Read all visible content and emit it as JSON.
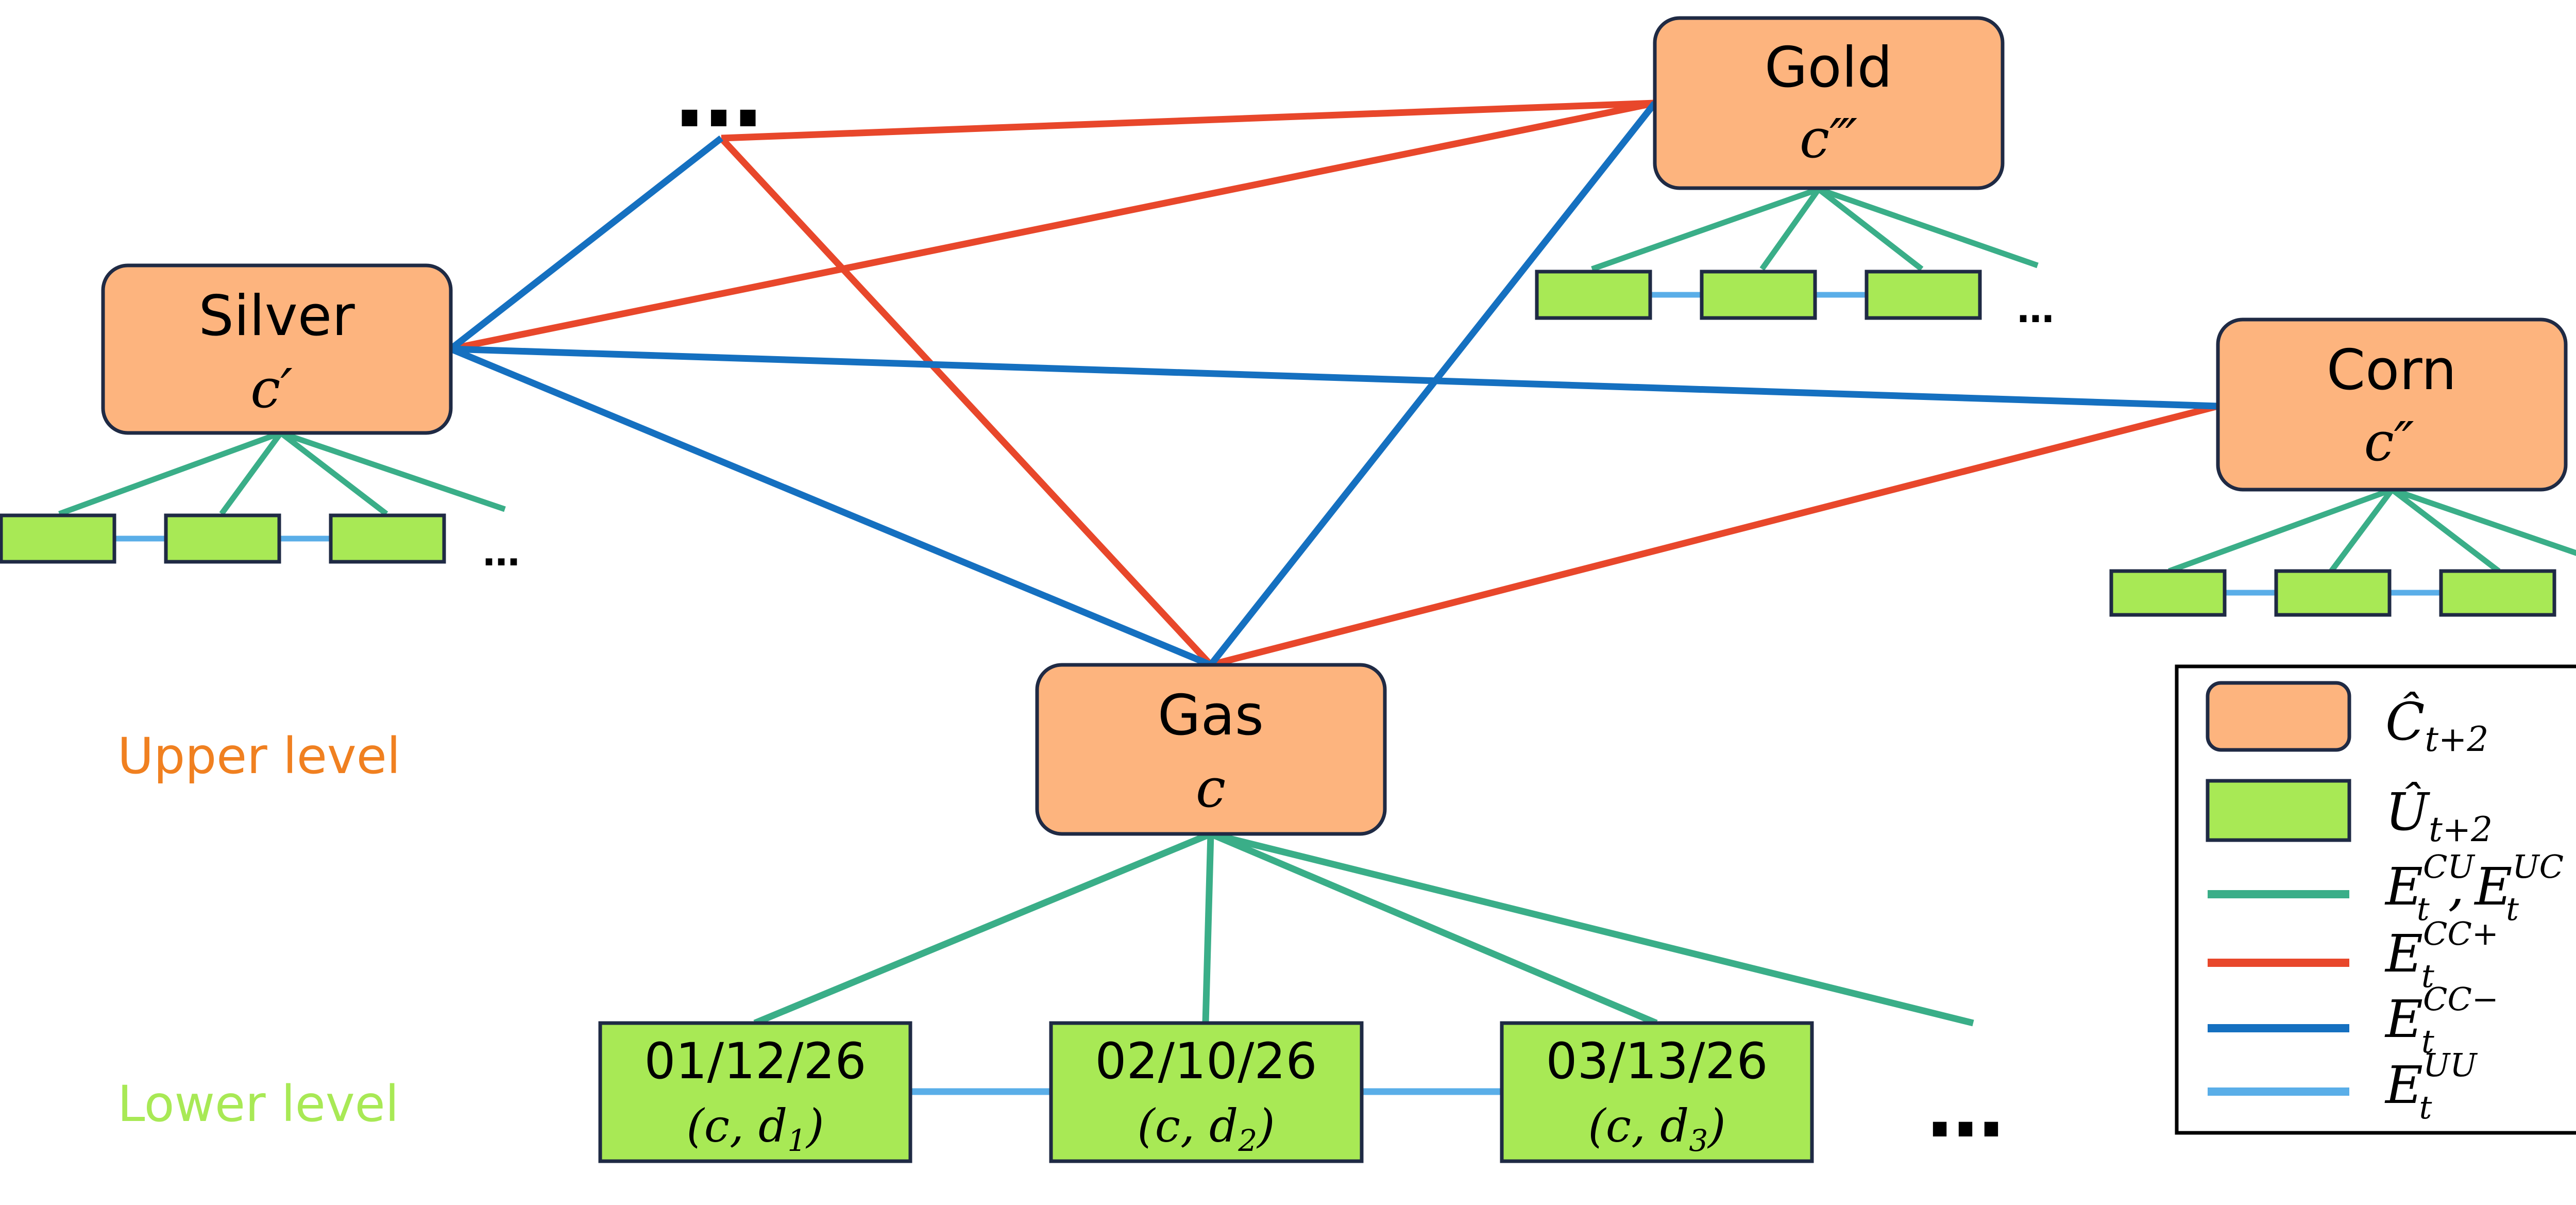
{
  "colors": {
    "commodity_fill": "#FDB47E",
    "date_fill": "#A8E955",
    "node_border": "#1F2A44",
    "edge_cu_uc": "#3AAE88",
    "edge_cc_pos": "#E8472B",
    "edge_cc_neg": "#1570C0",
    "edge_uu": "#5AAEE8",
    "upper_level_text": "#F08020",
    "lower_level_text": "#A8E955"
  },
  "levels": {
    "upper": "Upper level",
    "lower": "Lower level"
  },
  "commodities": {
    "gold": {
      "name": "Gold",
      "symbol": "c‴"
    },
    "silver": {
      "name": "Silver",
      "symbol": "c′"
    },
    "corn": {
      "name": "Corn",
      "symbol": "c″"
    },
    "gas": {
      "name": "Gas",
      "symbol": "c"
    }
  },
  "gas_dates": [
    {
      "date": "01/12/26",
      "pair_c": "(c, d",
      "pair_sub": "1",
      "pair_close": ")"
    },
    {
      "date": "02/10/26",
      "pair_c": "(c, d",
      "pair_sub": "2",
      "pair_close": ")"
    },
    {
      "date": "03/13/26",
      "pair_c": "(c, d",
      "pair_sub": "3",
      "pair_close": ")"
    }
  ],
  "ellipsis": "…",
  "legend": {
    "commodity_node": {
      "base": "Ĉ",
      "sub": "t+2"
    },
    "date_node": {
      "base": "Û",
      "sub": "t+2"
    },
    "edge_cu_uc": {
      "base1": "E",
      "sup1": "CU",
      "sub1": "t",
      "sep": ",",
      "base2": "E",
      "sup2": "UC",
      "sub2": "t"
    },
    "edge_cc_pos": {
      "base": "E",
      "sup": "CC+",
      "sub": "t"
    },
    "edge_cc_neg": {
      "base": "E",
      "sup": "CC−",
      "sub": "t"
    },
    "edge_uu": {
      "base": "E",
      "sup": "UU",
      "sub": "t"
    }
  }
}
